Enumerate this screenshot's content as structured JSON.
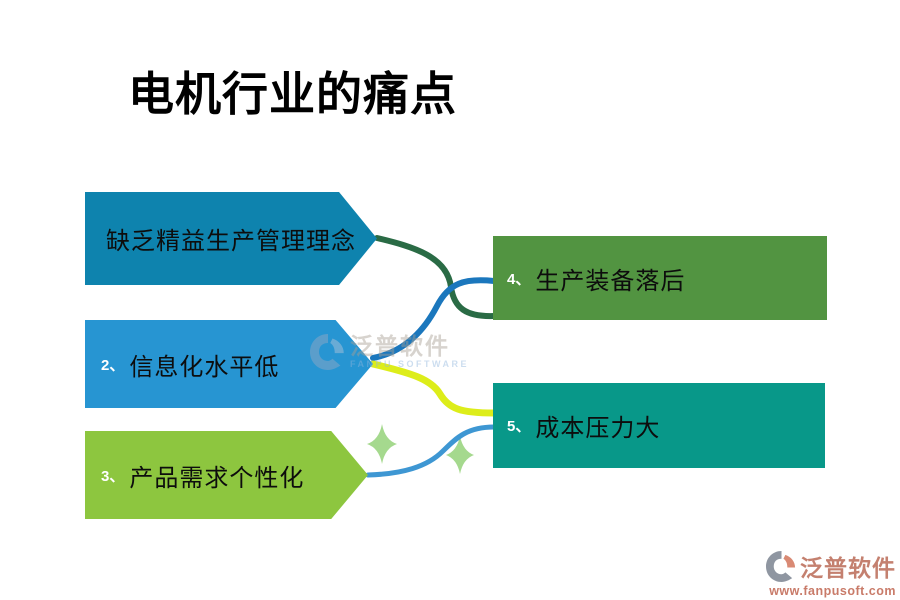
{
  "title": "电机行业的痛点",
  "pain_points": {
    "left": [
      {
        "number": "",
        "label": "缺乏精益生产管理理念",
        "fill": "#0e83ae"
      },
      {
        "number": "2、",
        "label": "信息化水平低",
        "fill": "#2795d2"
      },
      {
        "number": "3、",
        "label": "产品需求个性化",
        "fill": "#8dc63f"
      }
    ],
    "right": [
      {
        "number": "4、",
        "label": "生产装备落后",
        "fill": "#529441"
      },
      {
        "number": "5、",
        "label": "成本压力大",
        "fill": "#089889"
      }
    ]
  },
  "connectors": [
    {
      "from": "缺乏精益生产管理理念",
      "to": "生产装备落后",
      "color": "#2a6b45"
    },
    {
      "from": "信息化水平低",
      "to": "生产装备落后",
      "color": "#1b77bd"
    },
    {
      "from": "信息化水平低",
      "to": "成本压力大",
      "color": "#dded1a"
    },
    {
      "from": "产品需求个性化",
      "to": "成本压力大",
      "color": "#3e97d3"
    }
  ],
  "decor": {
    "sparkle_color": "#a5d98e"
  },
  "watermark": {
    "name": "泛普软件",
    "subtitle": "FANPU SOFTWARE"
  },
  "footer_logo": {
    "name": "泛普软件",
    "url": "www.fanpusoft.com"
  }
}
